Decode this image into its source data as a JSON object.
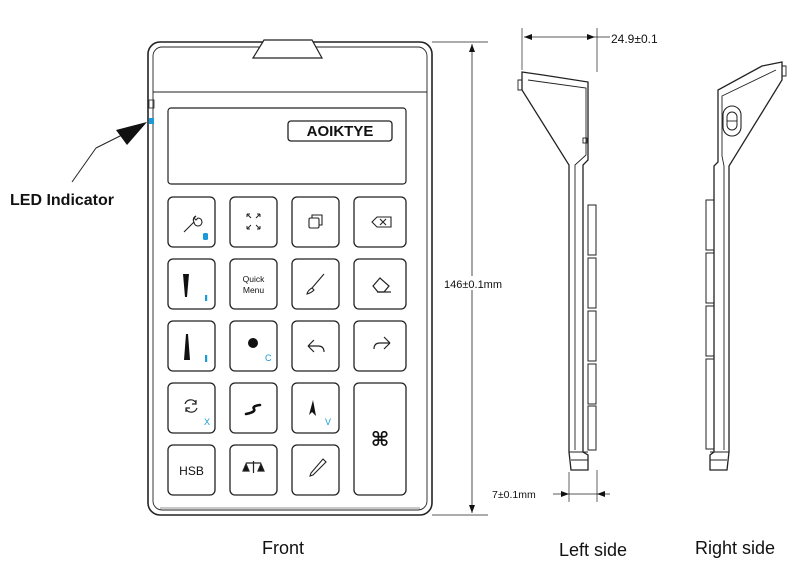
{
  "brand": "AOIKTYE",
  "led_label": "LED Indicator",
  "views": {
    "front": "Front",
    "left": "Left side",
    "right": "Right side"
  },
  "dimensions": {
    "height": "146±0.1mm",
    "thickness_bottom": "7±0.1mm",
    "thickness_top": "24.9±0.1"
  },
  "keys": {
    "quick_menu_line1": "Quick",
    "quick_menu_line2": "Menu",
    "hsb": "HSB",
    "cmd": "⌘",
    "sub_c": "C",
    "sub_x": "X",
    "sub_v": "V"
  },
  "colors": {
    "outline": "#222222",
    "accent": "#1a9ad6",
    "led": "#1a9ad6"
  }
}
